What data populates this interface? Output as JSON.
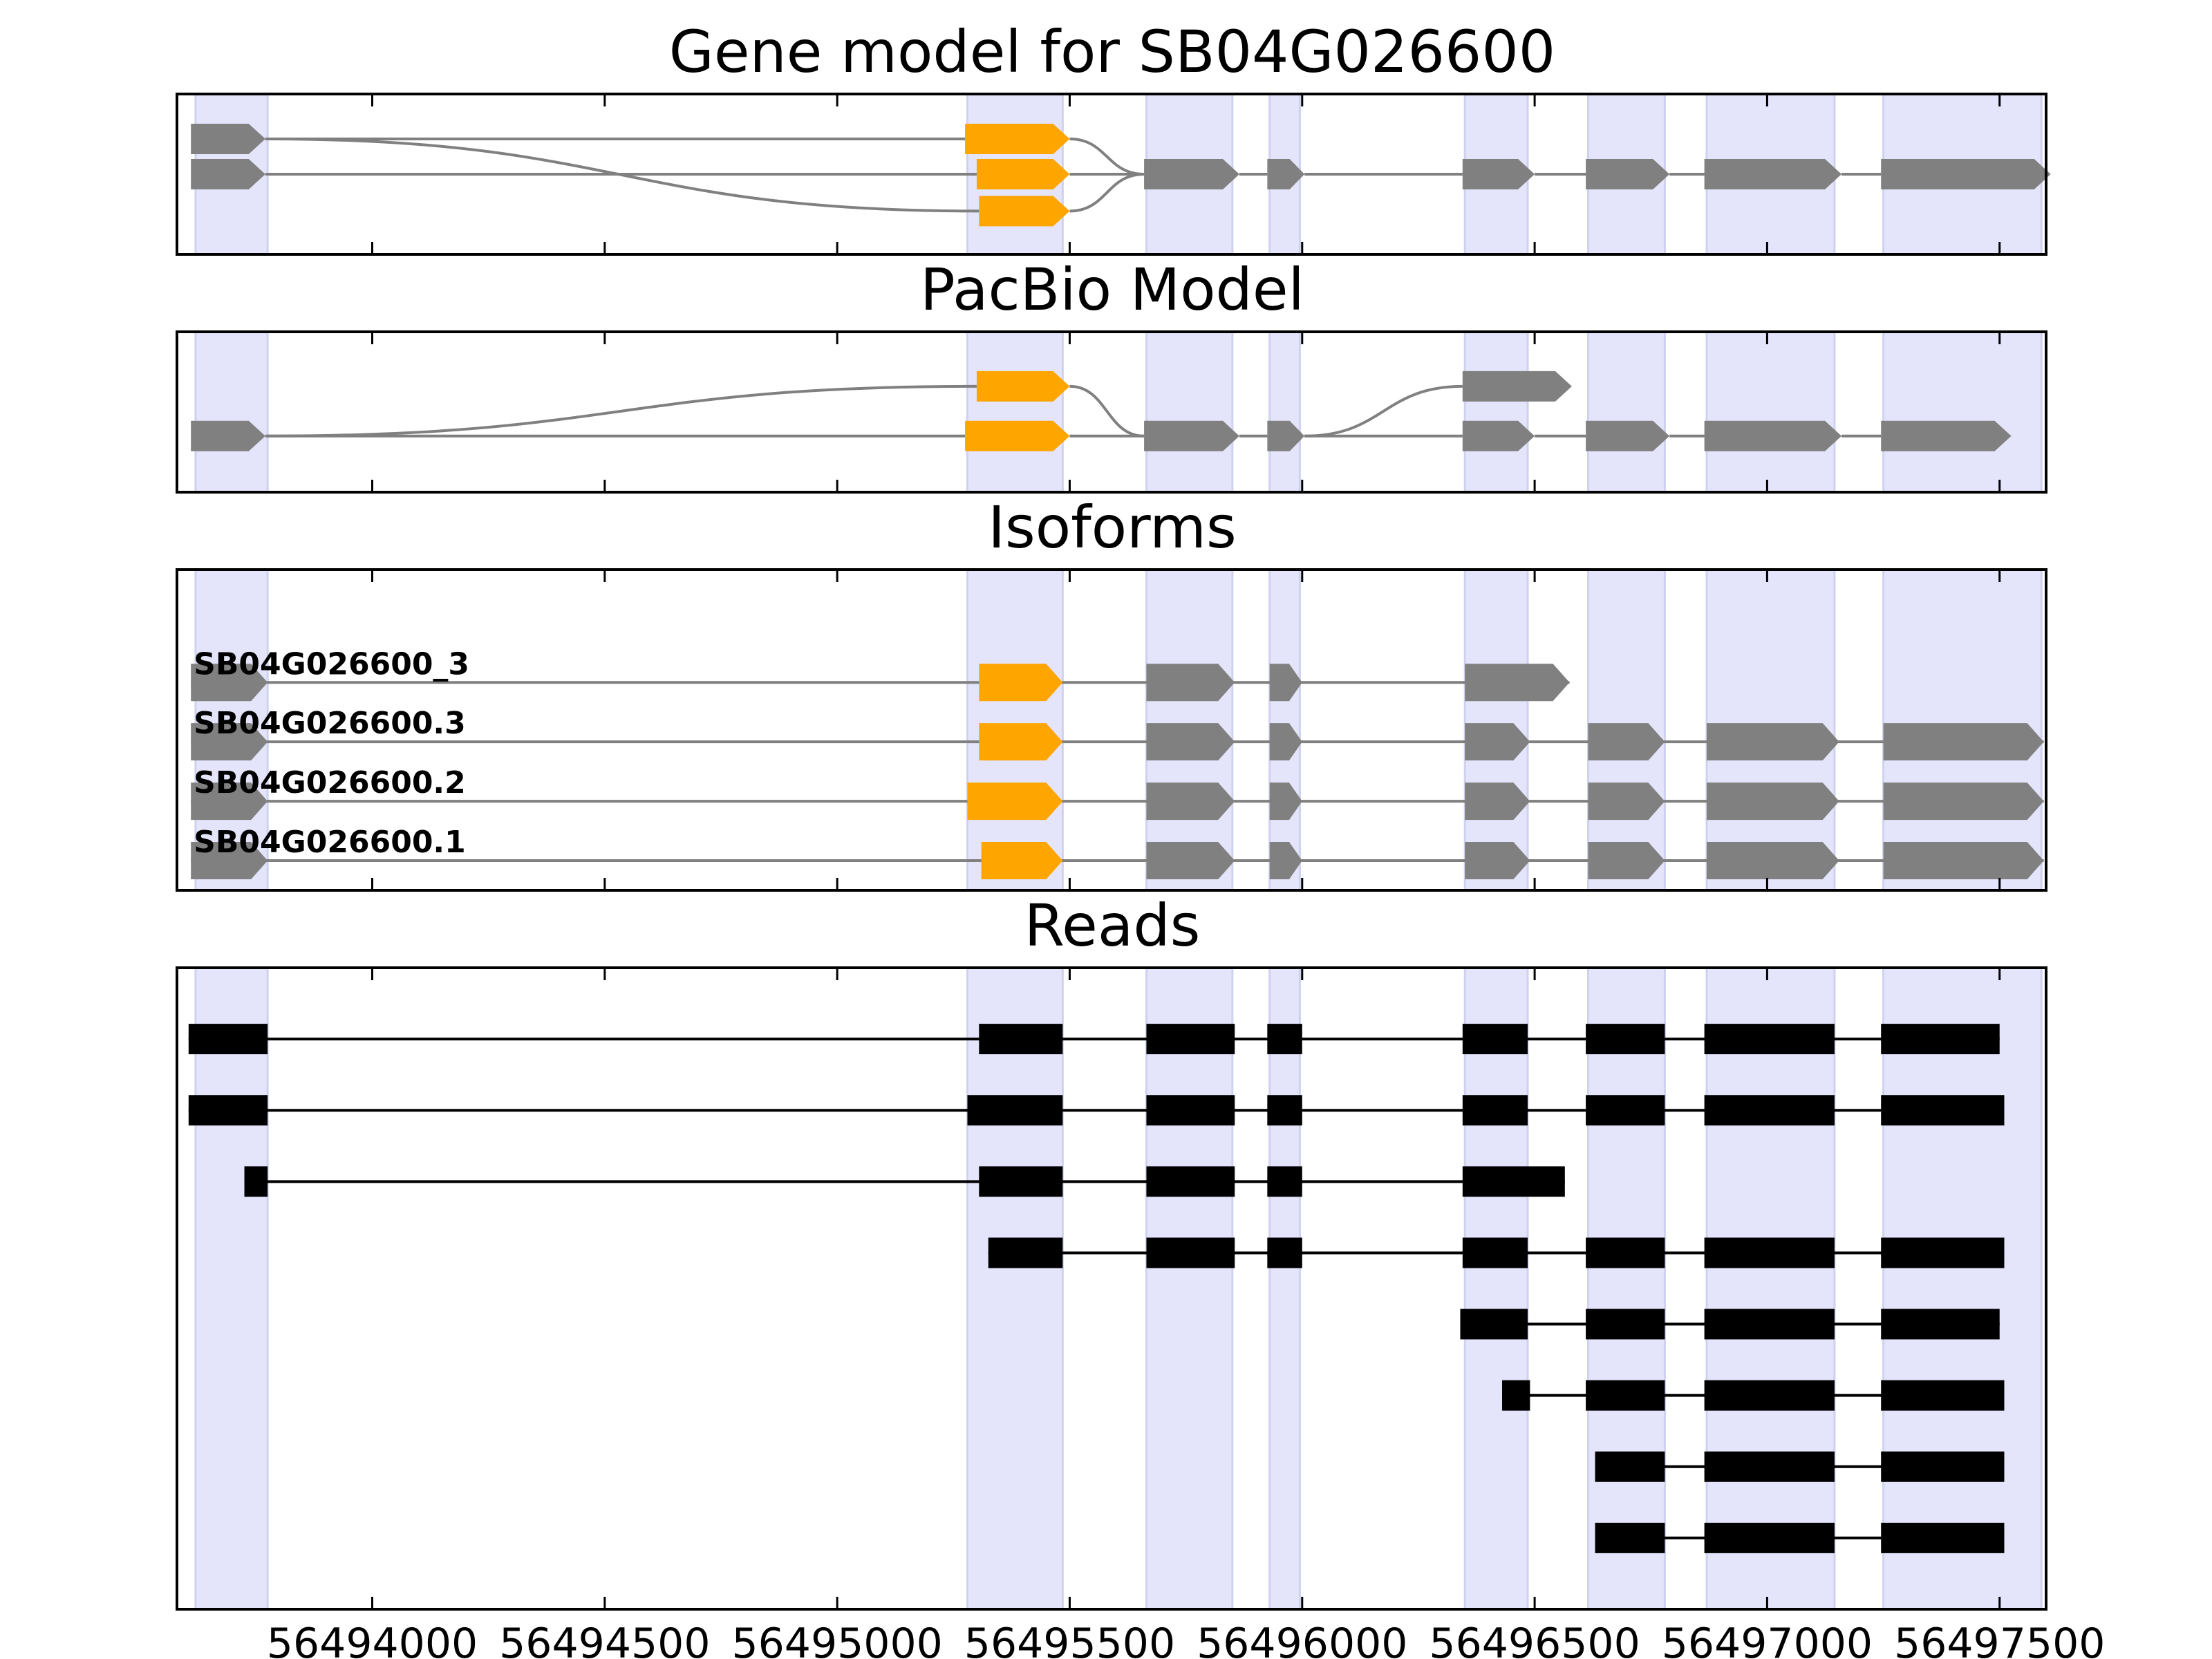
{
  "colors": {
    "exon": "#808080",
    "highlight": "#ffa500",
    "band": "#e4e4fb",
    "band_edge": "#cfd2ee",
    "read": "#000000",
    "line": "#808080",
    "frame": "#000000"
  },
  "chart_data": {
    "type": "gene-structure",
    "x_axis": {
      "range": [
        56493580,
        56497600
      ],
      "ticks": [
        56494000,
        56494500,
        56495000,
        56495500,
        56496000,
        56496500,
        56497000,
        56497500
      ],
      "tick_labels": [
        "56494000",
        "56494500",
        "56495000",
        "56495500",
        "56496000",
        "56496500",
        "56497000",
        "56497500"
      ],
      "grid": false
    },
    "regions": [
      [
        56493620,
        56493775
      ],
      [
        56495280,
        56495485
      ],
      [
        56495665,
        56495850
      ],
      [
        56495930,
        56495995
      ],
      [
        56496350,
        56496485
      ],
      [
        56496615,
        56496780
      ],
      [
        56496870,
        56497145
      ],
      [
        56497250,
        56497590
      ]
    ],
    "panels": [
      {
        "title": "Gene model for SB04G026600",
        "y_range": [
          0,
          1
        ],
        "nodes": [
          {
            "id": "a",
            "start": 56493610,
            "end": 56493770,
            "y": 0.72,
            "color": "exon"
          },
          {
            "id": "b",
            "start": 56493610,
            "end": 56493770,
            "y": 0.5,
            "color": "exon"
          },
          {
            "id": "c",
            "start": 56495275,
            "end": 56495500,
            "y": 0.72,
            "color": "highlight"
          },
          {
            "id": "d",
            "start": 56495300,
            "end": 56495500,
            "y": 0.5,
            "color": "highlight"
          },
          {
            "id": "e",
            "start": 56495305,
            "end": 56495500,
            "y": 0.27,
            "color": "highlight"
          },
          {
            "id": "f",
            "start": 56495660,
            "end": 56495865,
            "y": 0.5,
            "color": "exon"
          },
          {
            "id": "g",
            "start": 56495925,
            "end": 56496005,
            "y": 0.5,
            "color": "exon"
          },
          {
            "id": "h",
            "start": 56496345,
            "end": 56496500,
            "y": 0.5,
            "color": "exon"
          },
          {
            "id": "i",
            "start": 56496610,
            "end": 56496790,
            "y": 0.5,
            "color": "exon"
          },
          {
            "id": "j",
            "start": 56496865,
            "end": 56497160,
            "y": 0.5,
            "color": "exon"
          },
          {
            "id": "k",
            "start": 56497245,
            "end": 56497610,
            "y": 0.5,
            "color": "exon"
          }
        ],
        "edges": [
          [
            "a",
            "c"
          ],
          [
            "a",
            "e"
          ],
          [
            "b",
            "d"
          ],
          [
            "c",
            "f"
          ],
          [
            "d",
            "f"
          ],
          [
            "e",
            "f"
          ],
          [
            "f",
            "g"
          ],
          [
            "g",
            "h"
          ],
          [
            "h",
            "i"
          ],
          [
            "i",
            "j"
          ],
          [
            "j",
            "k"
          ]
        ]
      },
      {
        "title": "PacBio Model",
        "y_range": [
          0,
          1
        ],
        "nodes": [
          {
            "id": "a",
            "start": 56493610,
            "end": 56493770,
            "y": 0.35,
            "color": "exon"
          },
          {
            "id": "b",
            "start": 56495300,
            "end": 56495500,
            "y": 0.66,
            "color": "highlight"
          },
          {
            "id": "c",
            "start": 56495275,
            "end": 56495500,
            "y": 0.35,
            "color": "highlight"
          },
          {
            "id": "d",
            "start": 56495660,
            "end": 56495865,
            "y": 0.35,
            "color": "exon"
          },
          {
            "id": "e",
            "start": 56495925,
            "end": 56496005,
            "y": 0.35,
            "color": "exon"
          },
          {
            "id": "f",
            "start": 56496345,
            "end": 56496580,
            "y": 0.66,
            "color": "exon"
          },
          {
            "id": "g",
            "start": 56496345,
            "end": 56496500,
            "y": 0.35,
            "color": "exon"
          },
          {
            "id": "h",
            "start": 56496610,
            "end": 56496790,
            "y": 0.35,
            "color": "exon"
          },
          {
            "id": "i",
            "start": 56496865,
            "end": 56497160,
            "y": 0.35,
            "color": "exon"
          },
          {
            "id": "j",
            "start": 56497245,
            "end": 56497525,
            "y": 0.35,
            "color": "exon"
          }
        ],
        "edges": [
          [
            "a",
            "b"
          ],
          [
            "a",
            "c"
          ],
          [
            "b",
            "d"
          ],
          [
            "c",
            "d"
          ],
          [
            "d",
            "e"
          ],
          [
            "e",
            "f"
          ],
          [
            "e",
            "g"
          ],
          [
            "g",
            "h"
          ],
          [
            "h",
            "i"
          ],
          [
            "i",
            "j"
          ]
        ]
      },
      {
        "title": "Isoforms",
        "y_range": [
          0.5,
          5.9
        ],
        "isoforms": [
          {
            "name": "SB04G026600_3",
            "y": 4,
            "exons": [
              [
                56493610,
                56493775,
                "exon"
              ],
              [
                56495305,
                56495485,
                "highlight"
              ],
              [
                56495665,
                56495855,
                "exon"
              ],
              [
                56495930,
                56496000,
                "exon"
              ],
              [
                56496350,
                56496575,
                "exon"
              ]
            ]
          },
          {
            "name": "SB04G026600.3",
            "y": 3,
            "exons": [
              [
                56493610,
                56493775,
                "exon"
              ],
              [
                56495305,
                56495485,
                "highlight"
              ],
              [
                56495665,
                56495855,
                "exon"
              ],
              [
                56495930,
                56496000,
                "exon"
              ],
              [
                56496350,
                56496490,
                "exon"
              ],
              [
                56496615,
                56496780,
                "exon"
              ],
              [
                56496870,
                56497155,
                "exon"
              ],
              [
                56497250,
                56497595,
                "exon"
              ]
            ]
          },
          {
            "name": "SB04G026600.2",
            "y": 2,
            "exons": [
              [
                56493610,
                56493775,
                "exon"
              ],
              [
                56495280,
                56495485,
                "highlight"
              ],
              [
                56495665,
                56495855,
                "exon"
              ],
              [
                56495930,
                56496000,
                "exon"
              ],
              [
                56496350,
                56496490,
                "exon"
              ],
              [
                56496615,
                56496780,
                "exon"
              ],
              [
                56496870,
                56497155,
                "exon"
              ],
              [
                56497250,
                56497595,
                "exon"
              ]
            ]
          },
          {
            "name": "SB04G026600.1",
            "y": 1,
            "exons": [
              [
                56493610,
                56493775,
                "exon"
              ],
              [
                56495310,
                56495485,
                "highlight"
              ],
              [
                56495665,
                56495855,
                "exon"
              ],
              [
                56495930,
                56496000,
                "exon"
              ],
              [
                56496350,
                56496490,
                "exon"
              ],
              [
                56496615,
                56496780,
                "exon"
              ],
              [
                56496870,
                56497155,
                "exon"
              ],
              [
                56497250,
                56497595,
                "exon"
              ]
            ]
          }
        ]
      },
      {
        "title": "Reads",
        "y_range": [
          0,
          9
        ],
        "reads": [
          {
            "y": 8,
            "exons": [
              [
                56493605,
                56493775
              ],
              [
                56495305,
                56495485
              ],
              [
                56495665,
                56495855
              ],
              [
                56495925,
                56496000
              ],
              [
                56496345,
                56496485
              ],
              [
                56496610,
                56496780
              ],
              [
                56496865,
                56497145
              ],
              [
                56497245,
                56497500
              ]
            ]
          },
          {
            "y": 7,
            "exons": [
              [
                56493605,
                56493775
              ],
              [
                56495280,
                56495485
              ],
              [
                56495665,
                56495855
              ],
              [
                56495925,
                56496000
              ],
              [
                56496345,
                56496485
              ],
              [
                56496610,
                56496780
              ],
              [
                56496865,
                56497145
              ],
              [
                56497245,
                56497510
              ]
            ]
          },
          {
            "y": 6,
            "exons": [
              [
                56493725,
                56493775
              ],
              [
                56495305,
                56495485
              ],
              [
                56495665,
                56495855
              ],
              [
                56495925,
                56496000
              ],
              [
                56496345,
                56496565
              ]
            ]
          },
          {
            "y": 5,
            "exons": [
              [
                56495325,
                56495485
              ],
              [
                56495665,
                56495855
              ],
              [
                56495925,
                56496000
              ],
              [
                56496345,
                56496485
              ],
              [
                56496610,
                56496780
              ],
              [
                56496865,
                56497145
              ],
              [
                56497245,
                56497510
              ]
            ]
          },
          {
            "y": 4,
            "exons": [
              [
                56496340,
                56496485
              ],
              [
                56496610,
                56496780
              ],
              [
                56496865,
                56497145
              ],
              [
                56497245,
                56497500
              ]
            ]
          },
          {
            "y": 3,
            "exons": [
              [
                56496430,
                56496490
              ],
              [
                56496610,
                56496780
              ],
              [
                56496865,
                56497145
              ],
              [
                56497245,
                56497510
              ]
            ]
          },
          {
            "y": 2,
            "exons": [
              [
                56496630,
                56496780
              ],
              [
                56496865,
                56497145
              ],
              [
                56497245,
                56497510
              ]
            ]
          },
          {
            "y": 1,
            "exons": [
              [
                56496630,
                56496780
              ],
              [
                56496865,
                56497145
              ],
              [
                56497245,
                56497510
              ]
            ]
          }
        ]
      }
    ]
  }
}
